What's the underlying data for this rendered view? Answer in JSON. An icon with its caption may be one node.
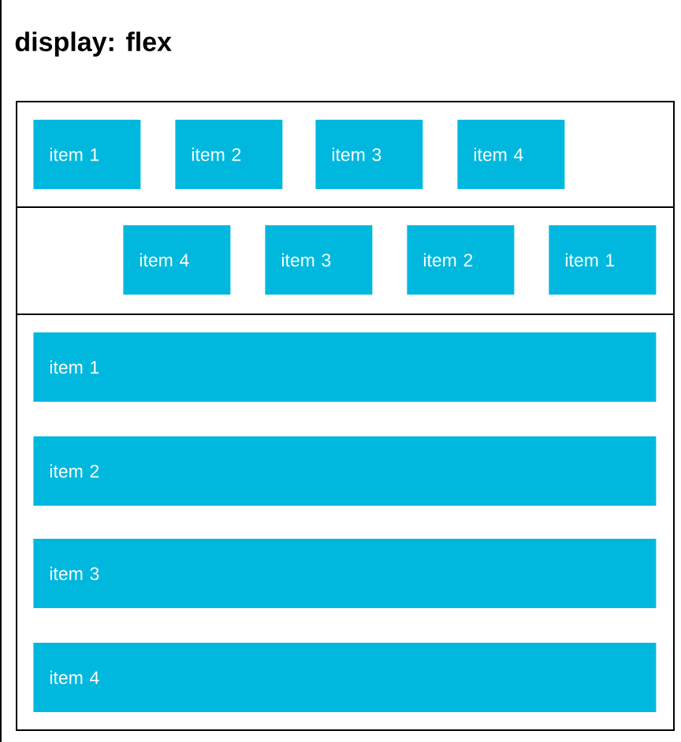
{
  "diagram": {
    "title": "display: flex",
    "nodes": [
      {
        "text": [],
        "shape": "box"
      },
      {
        "text": [
          "item 1"
        ],
        "in": 0
      },
      {
        "text": [
          "item 2"
        ],
        "in": 0
      },
      {
        "text": [
          "item 3"
        ],
        "in": 0
      },
      {
        "text": [
          "item 4"
        ],
        "in": 0
      },
      {
        "text": [],
        "shape": "box"
      },
      {
        "text": [
          "item 4"
        ],
        "in": 5
      },
      {
        "text": [
          "item 3"
        ],
        "in": 5
      },
      {
        "text": [
          "item 2"
        ],
        "in": 5
      },
      {
        "text": [
          "item 1"
        ],
        "in": 5
      },
      {
        "text": [],
        "shape": "box"
      },
      {
        "text": [
          "item 1"
        ],
        "in": 10
      },
      {
        "text": [
          "item 2"
        ],
        "in": 10
      },
      {
        "text": [
          "item 3"
        ],
        "in": 10
      },
      {
        "text": [
          "item 4"
        ],
        "in": 10
      }
    ]
  }
}
